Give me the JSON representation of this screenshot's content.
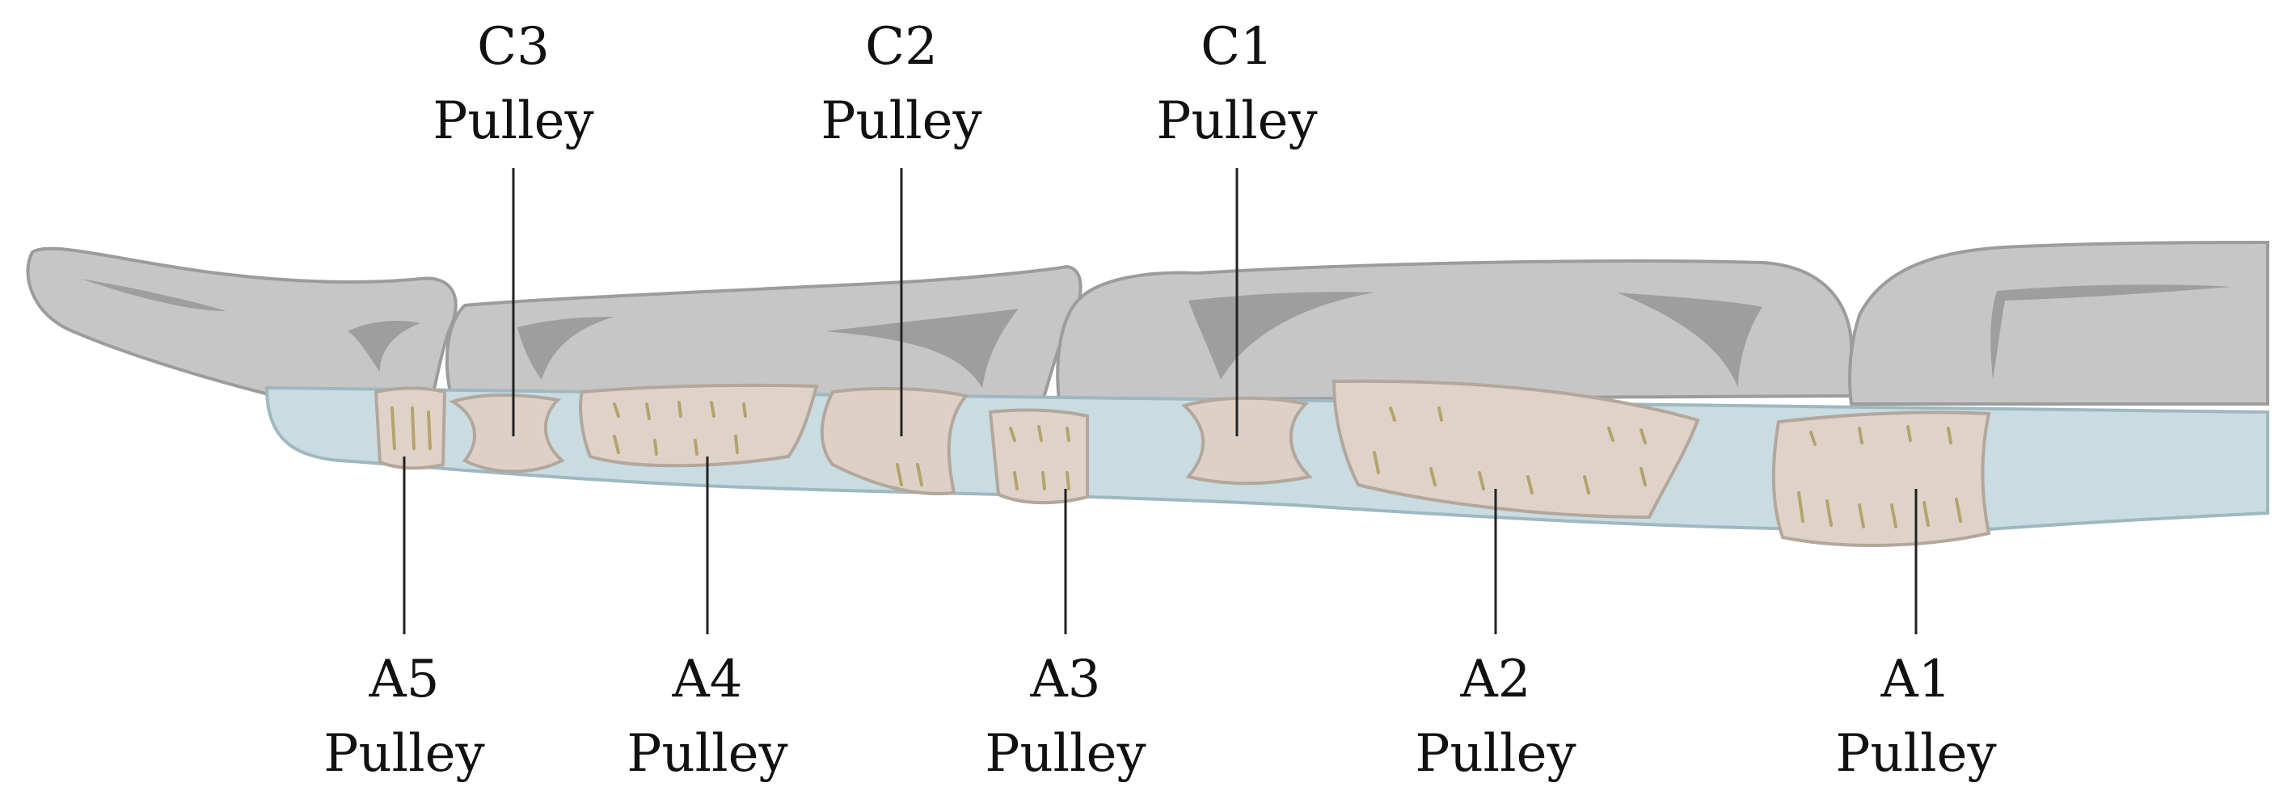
{
  "labels": {
    "c3": {
      "code": "C3",
      "word": "Pulley"
    },
    "c2": {
      "code": "C2",
      "word": "Pulley"
    },
    "c1": {
      "code": "C1",
      "word": "Pulley"
    },
    "a5": {
      "code": "A5",
      "word": "Pulley"
    },
    "a4": {
      "code": "A4",
      "word": "Pulley"
    },
    "a3": {
      "code": "A3",
      "word": "Pulley"
    },
    "a2": {
      "code": "A2",
      "word": "Pulley"
    },
    "a1": {
      "code": "A1",
      "word": "Pulley"
    }
  },
  "colors": {
    "bone": "#c6c6c6",
    "tendon": "#c8dce2",
    "pulley": "#dfd3c9",
    "fiber": "#b4a36b"
  }
}
